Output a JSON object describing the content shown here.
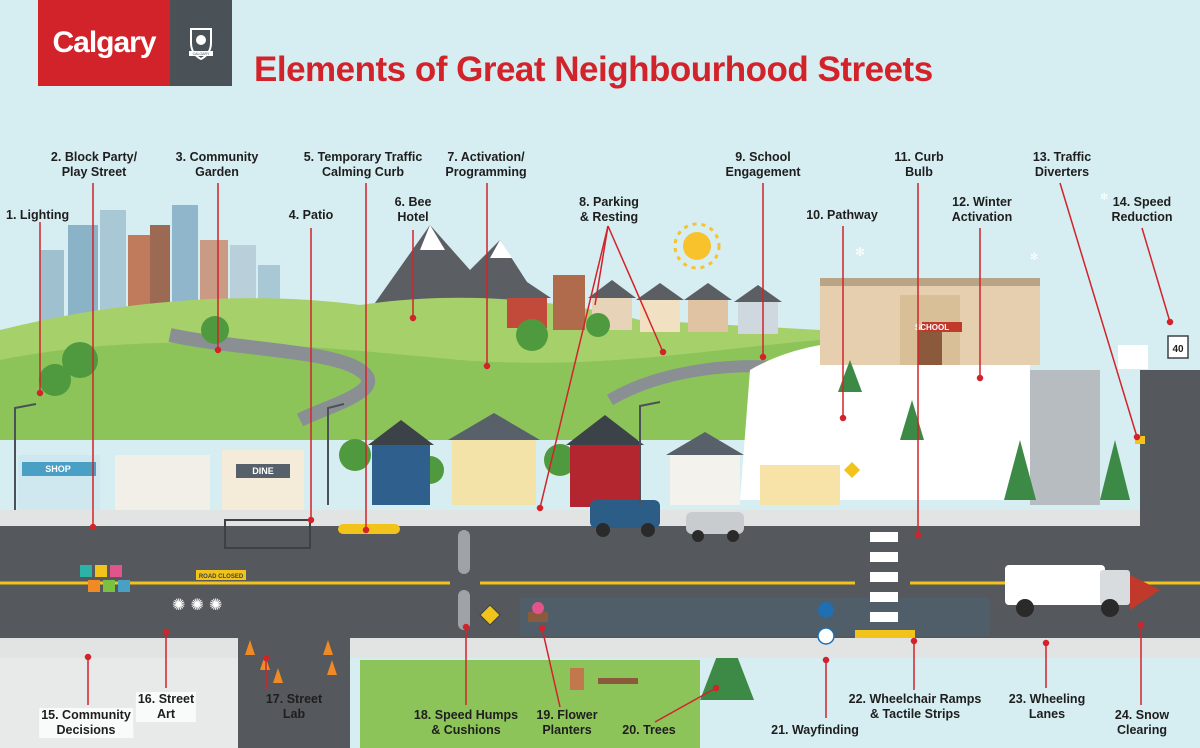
{
  "header": {
    "logo_text": "Calgary",
    "title": "Elements of Great Neighbourhood Streets"
  },
  "elements": [
    {
      "number": 1,
      "label": "1. Lighting"
    },
    {
      "number": 2,
      "label": "2. Block Party/\nPlay Street"
    },
    {
      "number": 3,
      "label": "3. Community\nGarden"
    },
    {
      "number": 4,
      "label": "4. Patio"
    },
    {
      "number": 5,
      "label": "5. Temporary Traffic\nCalming Curb"
    },
    {
      "number": 6,
      "label": "6. Bee\nHotel"
    },
    {
      "number": 7,
      "label": "7. Activation/\nProgramming"
    },
    {
      "number": 8,
      "label": "8. Parking\n& Resting"
    },
    {
      "number": 9,
      "label": "9. School\nEngagement"
    },
    {
      "number": 10,
      "label": "10. Pathway"
    },
    {
      "number": 11,
      "label": "11. Curb\nBulb"
    },
    {
      "number": 12,
      "label": "12. Winter\nActivation"
    },
    {
      "number": 13,
      "label": "13. Traffic\nDiverters"
    },
    {
      "number": 14,
      "label": "14. Speed\nReduction"
    },
    {
      "number": 15,
      "label": "15. Community\nDecisions"
    },
    {
      "number": 16,
      "label": "16. Street\nArt"
    },
    {
      "number": 17,
      "label": "17. Street\nLab"
    },
    {
      "number": 18,
      "label": "18. Speed Humps\n& Cushions"
    },
    {
      "number": 19,
      "label": "19. Flower\nPlanters"
    },
    {
      "number": 20,
      "label": "20. Trees"
    },
    {
      "number": 21,
      "label": "21. Wayfinding"
    },
    {
      "number": 22,
      "label": "22. Wheelchair Ramps\n& Tactile Strips"
    },
    {
      "number": 23,
      "label": "23. Wheeling\nLanes"
    },
    {
      "number": 24,
      "label": "24. Snow\nClearing"
    }
  ],
  "scene_text": {
    "shop_sign": "SHOP",
    "dine_sign": "DINE",
    "school_sign": "SCHOOL",
    "road_closed_sign": "ROAD CLOSED",
    "speed_sign": "40",
    "emblem_text": "CALGARY"
  },
  "colors": {
    "brand_red": "#d2232a",
    "leader_red": "#d2232a",
    "road": "#55595d",
    "sidewalk": "#e2e4e4",
    "grass": "#8cc45a",
    "snow": "#ffffff"
  },
  "icons": [
    "crest-icon",
    "sun-icon",
    "snowflake-icon",
    "sign-icon"
  ]
}
